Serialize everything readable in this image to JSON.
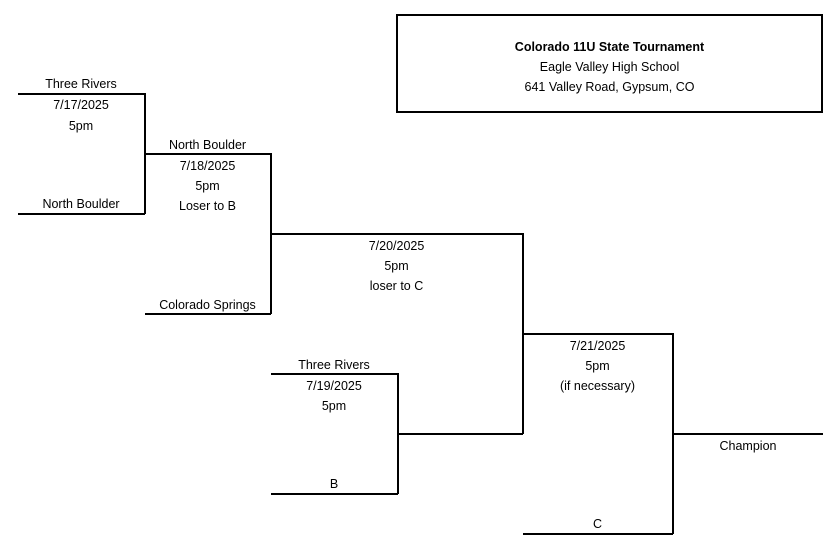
{
  "tournament": {
    "title": "Colorado 11U State Tournament",
    "venue": "Eagle Valley High School",
    "address": "641 Valley Road, Gypsum, CO"
  },
  "game1": {
    "team_top": "Three Rivers",
    "team_bottom": "North Boulder",
    "date": "7/17/2025",
    "time": "5pm"
  },
  "game2": {
    "team_top": "North Boulder",
    "team_bottom": "Colorado Springs",
    "date": "7/18/2025",
    "time": "5pm",
    "note": "Loser to B"
  },
  "game3": {
    "team_top": "Three Rivers",
    "team_bottom": "B",
    "date": "7/19/2025",
    "time": "5pm"
  },
  "game4": {
    "date": "7/20/2025",
    "time": "5pm",
    "note": "loser to C"
  },
  "game5": {
    "team_bottom": "C",
    "date": "7/21/2025",
    "time": "5pm",
    "note": "(if necessary)"
  },
  "result": {
    "label": "Champion"
  }
}
